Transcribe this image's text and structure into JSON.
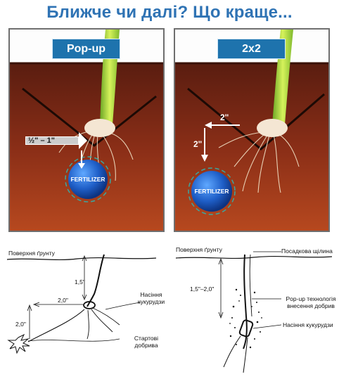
{
  "title": "Ближче чи далі? Що краще...",
  "colors": {
    "title": "#2f73b4",
    "tag_bg": "#1e73ad",
    "soil": "#8a2e17",
    "fertilizer": "#1f5fc8",
    "sprout": "#b6dd3a"
  },
  "left_panel": {
    "tag": "Pop-up",
    "depth_label": "½\" – 1\"",
    "ball_label": "FERTILIZER"
  },
  "right_panel": {
    "tag": "2x2",
    "horizontal_label": "2\"",
    "vertical_label": "2\"",
    "ball_label": "FERTILIZER"
  },
  "left_diagram": {
    "surface": "Поверхня ґрунту",
    "depth": "1,5\"",
    "horizontal": "2,0\"",
    "vertical": "2,0\"",
    "seed": "Насіння\nкукурудзи",
    "starter": "Стартові\nдобрива"
  },
  "right_diagram": {
    "surface": "Поверхня ґрунту",
    "slot": "Посадкова щілина",
    "depth": "1,5\"–2,0\"",
    "popup": "Pop-up технологія\nвнесення добрив",
    "seed": "Насіння кукурудзи"
  }
}
